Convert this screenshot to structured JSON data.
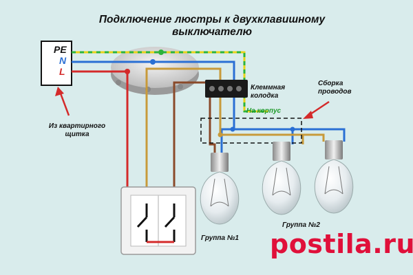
{
  "diagram": {
    "title_line1": "Подключение люстры к двухклавишному",
    "title_line2": "выключателю",
    "panel_labels": {
      "pe": "PE",
      "n": "N",
      "l": "L"
    },
    "panel_caption_line1": "Из квартирного",
    "panel_caption_line2": "щитка",
    "terminal_block_line1": "Клеммная",
    "terminal_block_line2": "колодка",
    "housing_label": "На корпус",
    "wire_assembly_line1": "Сборка",
    "wire_assembly_line2": "проводов",
    "group1_label": "Группа №1",
    "group2_label": "Группа №2",
    "watermark": "postila.ru"
  },
  "colors": {
    "phase_wire": "#d42a2a",
    "neutral_wire": "#2a6fd4",
    "ground_wire_1": "#2db33a",
    "ground_wire_2": "#e8d21a",
    "switched_wire": "#c89a3a",
    "lamp_wire": "#8a4a2a",
    "arrow": "#d42a2a",
    "watermark": "#e0103a"
  }
}
